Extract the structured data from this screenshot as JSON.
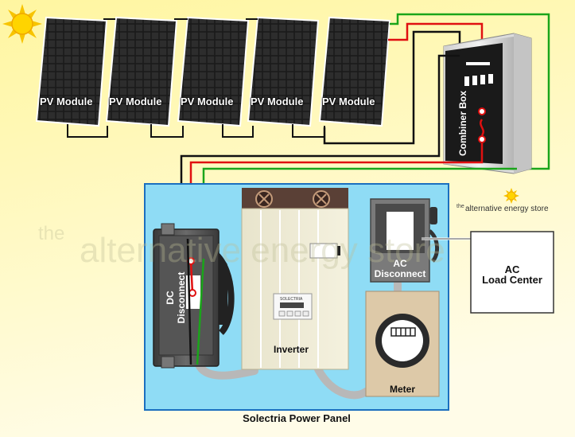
{
  "colors": {
    "background_top": "#fff8a8",
    "background_bottom": "#fffbe0",
    "panel_blue": "#8fdcf5",
    "panel_border": "#1b6fbf",
    "wire_green": "#1aa51a",
    "wire_red": "#e01010",
    "wire_black": "#111111"
  },
  "pv_modules": [
    {
      "label": "PV Module"
    },
    {
      "label": "PV Module"
    },
    {
      "label": "PV Module"
    },
    {
      "label": "PV Module"
    },
    {
      "label": "PV Module"
    }
  ],
  "combiner_box": {
    "label": "Combiner Box"
  },
  "dc_disconnect": {
    "label_line1": "DC",
    "label_line2": "Disconnect"
  },
  "inverter": {
    "label": "Inverter",
    "brand": "SOLECTRIA"
  },
  "ac_disconnect": {
    "label_line1": "AC",
    "label_line2": "Disconnect"
  },
  "meter": {
    "label": "Meter"
  },
  "load_center": {
    "label_line1": "AC",
    "label_line2": "Load Center"
  },
  "power_panel": {
    "label": "Solectria Power Panel"
  },
  "store_logo": {
    "prefix": "the",
    "name": "alternative energy store"
  },
  "watermark": {
    "prefix": "the",
    "text": "alternative energy store"
  },
  "icons": {
    "sun": "sun-icon",
    "store_sun": "store-sun-icon"
  }
}
